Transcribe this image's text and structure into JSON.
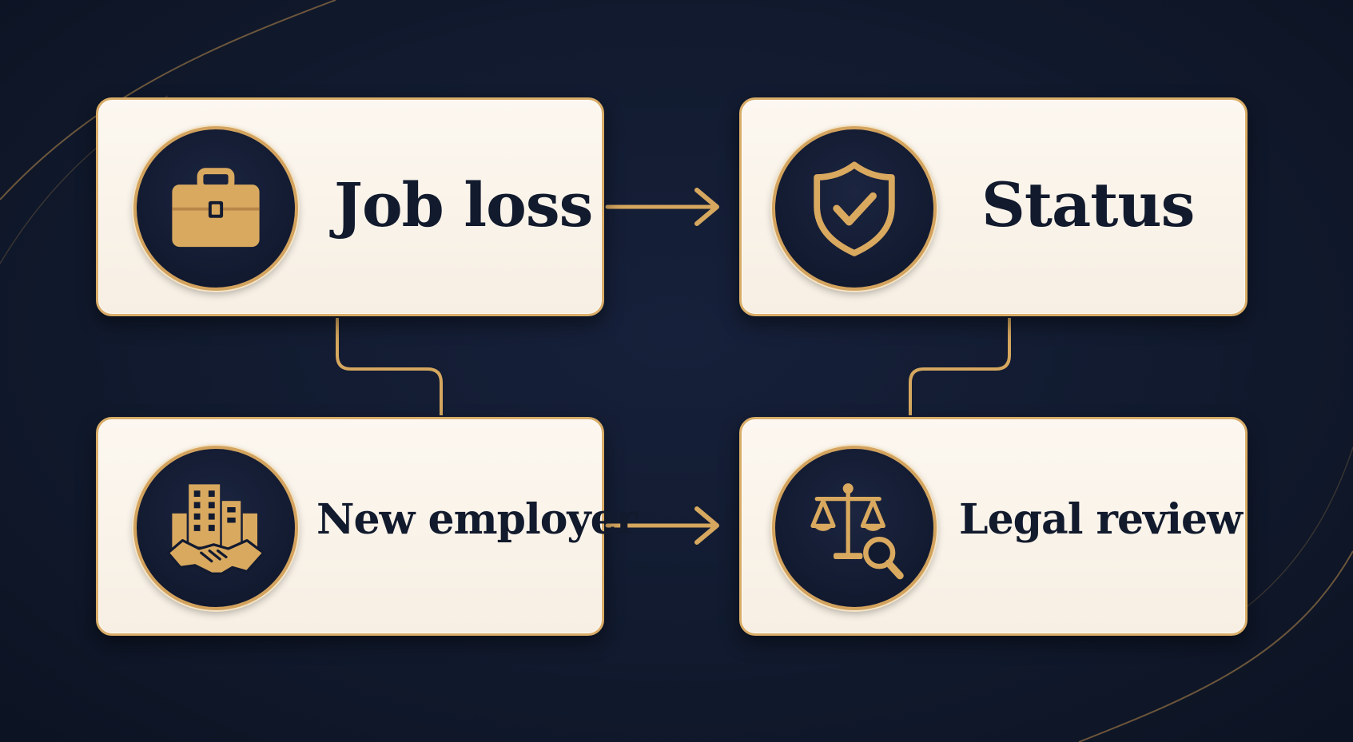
{
  "diagram": {
    "nodes": [
      {
        "id": "job-loss",
        "label": "Job loss",
        "icon": "briefcase-icon"
      },
      {
        "id": "status",
        "label": "Status",
        "icon": "shield-check-icon"
      },
      {
        "id": "new-employer",
        "label": "New employer",
        "icon": "buildings-handshake-icon"
      },
      {
        "id": "legal-review",
        "label": "Legal review",
        "icon": "scales-magnifier-icon"
      }
    ],
    "edges": [
      {
        "from": "job-loss",
        "to": "status",
        "style": "arrow"
      },
      {
        "from": "new-employer",
        "to": "legal-review",
        "style": "arrow"
      },
      {
        "from": "job-loss",
        "to": "new-employer",
        "style": "connector"
      },
      {
        "from": "status",
        "to": "legal-review",
        "style": "connector"
      }
    ]
  },
  "colors": {
    "background": "#111a2e",
    "card_fill": "#faf4eb",
    "gold": "#d6a75f",
    "navy": "#121a2d"
  }
}
